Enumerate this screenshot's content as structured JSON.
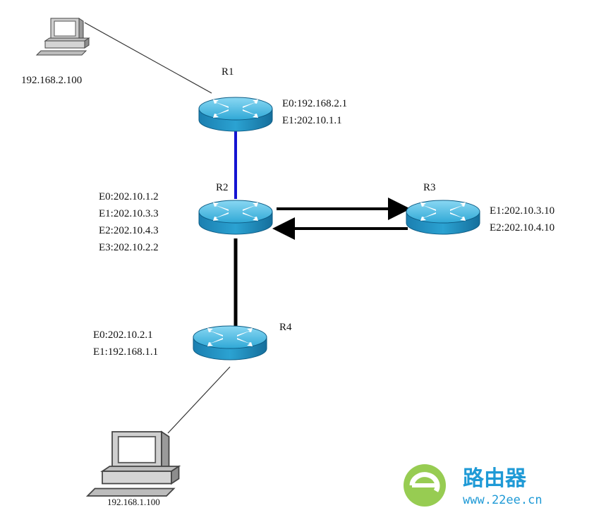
{
  "hosts": [
    {
      "id": "pc-top",
      "ip": "192.168.2.100"
    },
    {
      "id": "pc-bottom",
      "ip": "192.168.1.100"
    }
  ],
  "routers": {
    "r1": {
      "name": "R1",
      "interfaces": [
        "E0:192.168.2.1",
        "E1:202.10.1.1"
      ]
    },
    "r2": {
      "name": "R2",
      "interfaces": [
        "E0:202.10.1.2",
        "E1:202.10.3.3",
        "E2:202.10.4.3",
        "E3:202.10.2.2"
      ]
    },
    "r3": {
      "name": "R3",
      "interfaces": [
        "E1:202.10.3.10",
        "E2:202.10.4.10"
      ]
    },
    "r4": {
      "name": "R4",
      "interfaces": [
        "E0:202.10.2.1",
        "E1:192.168.1.1"
      ]
    }
  },
  "links": [
    {
      "from": "pc-top",
      "to": "R1",
      "style": "thin"
    },
    {
      "from": "R1",
      "to": "R2",
      "style": "blue"
    },
    {
      "from": "R2",
      "to": "R3",
      "style": "arrow"
    },
    {
      "from": "R3",
      "to": "R2",
      "style": "arrow"
    },
    {
      "from": "R2",
      "to": "R4",
      "style": "thick"
    },
    {
      "from": "R4",
      "to": "pc-bottom",
      "style": "thin"
    }
  ],
  "colors": {
    "router_body": "#2aa7d6",
    "router_top": "#7fd0ee",
    "blue_link": "#1414d2",
    "thick_link": "#000000"
  },
  "watermark": {
    "brand": "路由器",
    "url": "www.22ee.cn",
    "color_green": "#8cc63f",
    "color_blue": "#1f9ad6"
  }
}
